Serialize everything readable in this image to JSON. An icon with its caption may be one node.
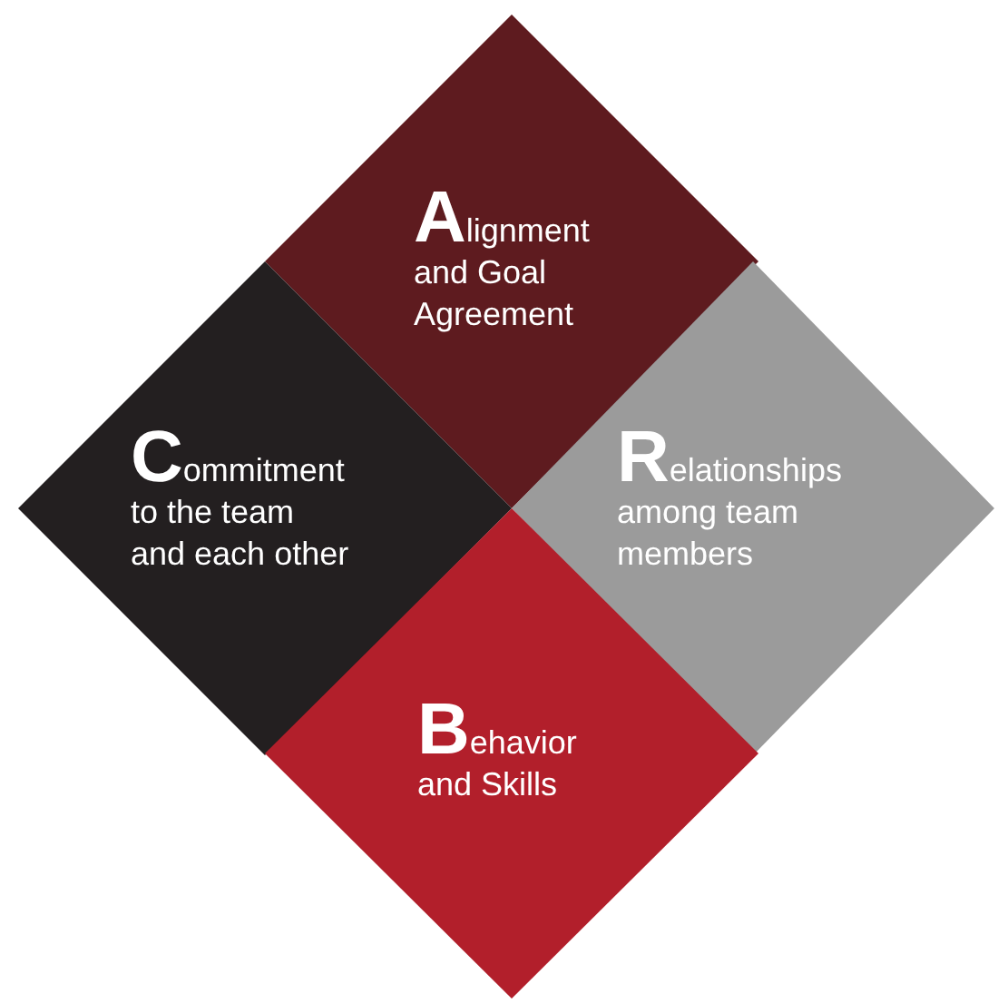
{
  "diagram": {
    "nodes": [
      {
        "text": [
          "Alignment and Goal Agreement"
        ]
      },
      {
        "text": [
          "Commitment to the team and each other"
        ]
      },
      {
        "text": [
          "Relationships among team members"
        ]
      },
      {
        "text": [
          "Behavior and Skills"
        ]
      }
    ]
  }
}
